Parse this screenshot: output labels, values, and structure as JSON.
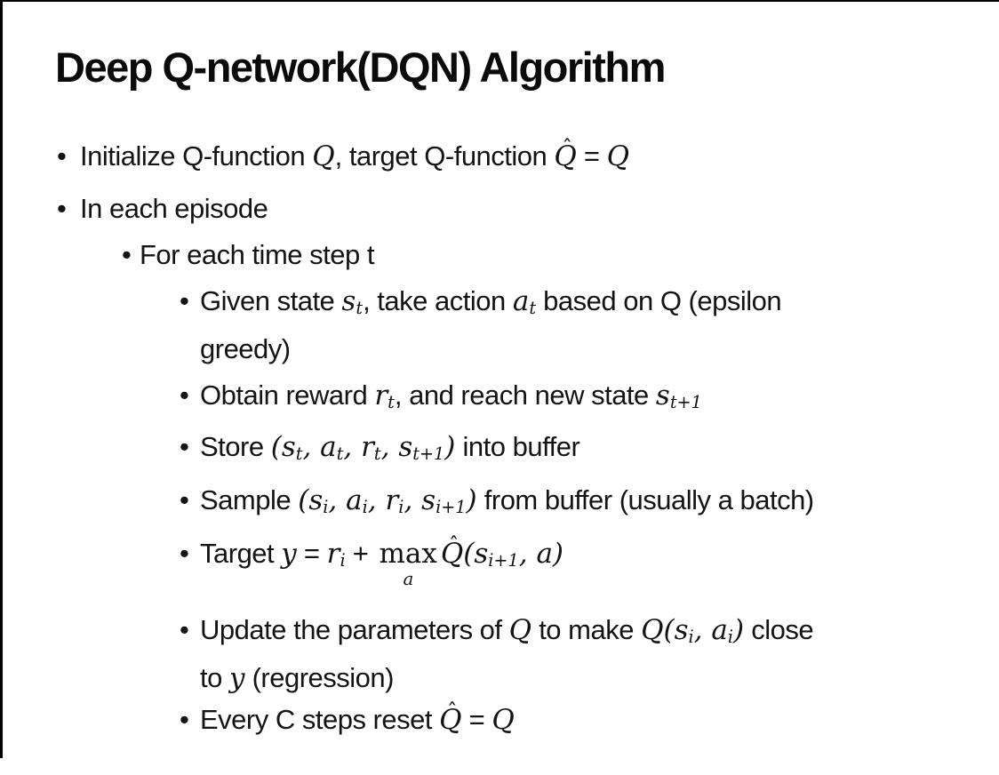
{
  "colors": {
    "background": "#ffffff",
    "text": "#141414",
    "border": "#000000"
  },
  "slide": {
    "title": "Deep Q-network(DQN) Algorithm",
    "bullet_char": "•",
    "bullets": [
      {
        "level": 1,
        "segments": [
          {
            "s": "p",
            "t": "Initialize Q-function "
          },
          {
            "s": "m",
            "t": "Q"
          },
          {
            "s": "p",
            "t": ", target Q-function "
          },
          {
            "s": "hat",
            "t": "Q",
            "mark": "ˆ"
          },
          {
            "s": "p",
            "t": " = "
          },
          {
            "s": "m",
            "t": "Q"
          }
        ]
      },
      {
        "level": 1,
        "segments": [
          {
            "s": "p",
            "t": "In each episode"
          }
        ]
      },
      {
        "level": 2,
        "segments": [
          {
            "s": "p",
            "t": "For each time step t"
          }
        ]
      },
      {
        "level": 3,
        "segments": [
          {
            "s": "p",
            "t": "Given state "
          },
          {
            "s": "m",
            "t": "s"
          },
          {
            "s": "sub",
            "t": "t"
          },
          {
            "s": "p",
            "t": ", take action "
          },
          {
            "s": "m",
            "t": "a"
          },
          {
            "s": "sub",
            "t": "t"
          },
          {
            "s": "p",
            "t": " based on Q (epsilon"
          },
          {
            "s": "br"
          },
          {
            "s": "p",
            "t": "greedy)"
          }
        ]
      },
      {
        "level": 3,
        "segments": [
          {
            "s": "p",
            "t": "Obtain reward "
          },
          {
            "s": "m",
            "t": "r"
          },
          {
            "s": "sub",
            "t": "t"
          },
          {
            "s": "p",
            "t": ", and reach new state "
          },
          {
            "s": "m",
            "t": "s"
          },
          {
            "s": "sub",
            "t": "t+1"
          }
        ]
      },
      {
        "level": 3,
        "segments": [
          {
            "s": "p",
            "t": "Store "
          },
          {
            "s": "m",
            "t": "(s"
          },
          {
            "s": "sub",
            "t": "t"
          },
          {
            "s": "m",
            "t": ", a"
          },
          {
            "s": "sub",
            "t": "t"
          },
          {
            "s": "m",
            "t": ", r"
          },
          {
            "s": "sub",
            "t": "t"
          },
          {
            "s": "m",
            "t": ", s"
          },
          {
            "s": "sub",
            "t": "t+1"
          },
          {
            "s": "m",
            "t": ")"
          },
          {
            "s": "p",
            "t": " into buffer"
          }
        ]
      },
      {
        "level": 3,
        "segments": [
          {
            "s": "p",
            "t": "Sample "
          },
          {
            "s": "m",
            "t": "(s"
          },
          {
            "s": "sub",
            "t": "i"
          },
          {
            "s": "m",
            "t": ", a"
          },
          {
            "s": "sub",
            "t": "i"
          },
          {
            "s": "m",
            "t": ", r"
          },
          {
            "s": "sub",
            "t": "i"
          },
          {
            "s": "m",
            "t": ", s"
          },
          {
            "s": "sub",
            "t": "i+1"
          },
          {
            "s": "m",
            "t": ")"
          },
          {
            "s": "p",
            "t": " from buffer (usually a batch)"
          }
        ]
      },
      {
        "level": 3,
        "segments": [
          {
            "s": "p",
            "t": "Target "
          },
          {
            "s": "m",
            "t": "y"
          },
          {
            "s": "p",
            "t": " = "
          },
          {
            "s": "m",
            "t": "r"
          },
          {
            "s": "sub",
            "t": "i"
          },
          {
            "s": "p",
            "t": " + "
          },
          {
            "s": "underop",
            "op": "max",
            "under": "a"
          },
          {
            "s": "hat",
            "t": "Q",
            "mark": "ˆ"
          },
          {
            "s": "m",
            "t": "(s"
          },
          {
            "s": "sub",
            "t": "i+1"
          },
          {
            "s": "m",
            "t": ", a)"
          }
        ]
      },
      {
        "level": 3,
        "segments": [
          {
            "s": "p",
            "t": "Update the parameters of "
          },
          {
            "s": "m",
            "t": "Q"
          },
          {
            "s": "p",
            "t": " to make "
          },
          {
            "s": "m",
            "t": "Q(s"
          },
          {
            "s": "sub",
            "t": "i"
          },
          {
            "s": "m",
            "t": ", a"
          },
          {
            "s": "sub",
            "t": "i"
          },
          {
            "s": "m",
            "t": ")"
          },
          {
            "s": "p",
            "t": " close"
          },
          {
            "s": "br"
          },
          {
            "s": "p",
            "t": "to "
          },
          {
            "s": "m",
            "t": "y"
          },
          {
            "s": "p",
            "t": " (regression)"
          }
        ]
      },
      {
        "level": 3,
        "segments": [
          {
            "s": "p",
            "t": "Every C steps reset "
          },
          {
            "s": "hat",
            "t": "Q",
            "mark": "ˆ"
          },
          {
            "s": "p",
            "t": " = "
          },
          {
            "s": "m",
            "t": "Q"
          }
        ]
      }
    ]
  }
}
